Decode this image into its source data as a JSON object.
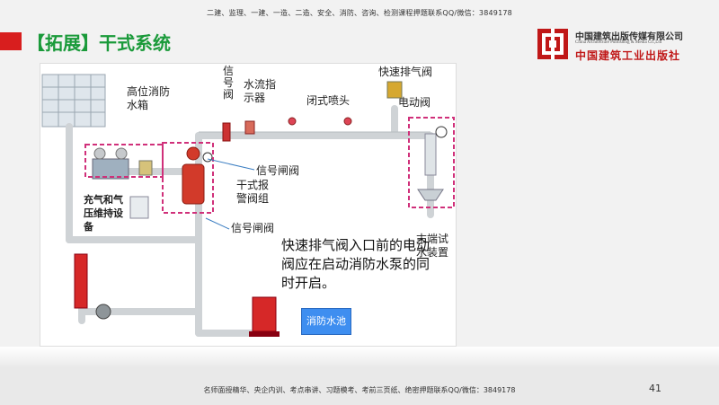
{
  "header": {
    "top_note": "二建、监理、一建、一造、二造、安全、消防、咨询、检测课程押题联系QQ/微信：3849178",
    "title": "【拓展】干式系统"
  },
  "logo": {
    "name_cn": "中国建筑出版传媒有限公司",
    "name_en": "China Architecture Publishing & Media Co.,Ltd",
    "brand_cn": "中国建筑工业出版社",
    "brand_color": "#c01818"
  },
  "diagram": {
    "labels": {
      "tank": "高位消防水箱",
      "signal_valve_top": "信号阀",
      "flow_indicator": "水流指示器",
      "sprinkler": "闭式喷头",
      "quick_exhaust": "快速排气阀",
      "electric_valve": "电动阀",
      "signal_gate_1": "信号闸阀",
      "dry_alarm": "干式报警阀组",
      "signal_gate_2": "信号闸阀",
      "air_equipment": "充气和气压维持设备",
      "end_test": "末端试水装置"
    },
    "note": "快速排气阀入口前的电动阀应在启动消防水泵的同时开启。",
    "pool": "消防水池"
  },
  "footer": {
    "bottom_note": "名师面授精华、央企内训、考点串讲、习题模考、考前三页纸、绝密押题联系QQ/微信：3849178",
    "page_number": "41"
  },
  "colors": {
    "title_green": "#1a9a3a",
    "accent_red": "#d81e1e",
    "dash_pink": "#d0307a",
    "pool_blue": "#3e8ef0"
  }
}
